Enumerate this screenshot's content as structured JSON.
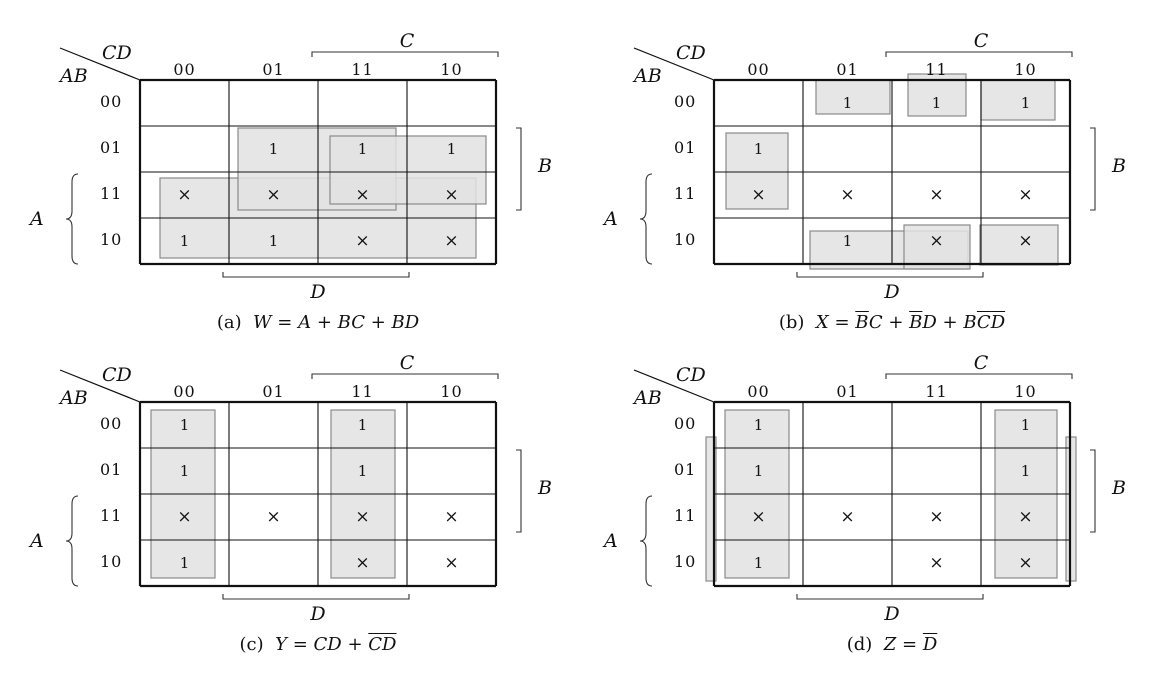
{
  "kmaps": [
    {
      "id": "a",
      "row_var_label": "AB",
      "col_var_label": "CD",
      "col_headers": [
        "00",
        "01",
        "11",
        "10"
      ],
      "row_headers": [
        "00",
        "01",
        "11",
        "10"
      ],
      "labels": {
        "top": "C",
        "bottom": "D",
        "right": "B",
        "left": "A"
      },
      "cells": [
        [
          "",
          "",
          "",
          ""
        ],
        [
          "",
          "1",
          "1",
          "1"
        ],
        [
          "×",
          "×",
          "×",
          "×"
        ],
        [
          "1",
          "1",
          "×",
          "×"
        ]
      ],
      "caption": {
        "prefix": "(a)",
        "parts": [
          {
            "t": "W",
            "v": true
          },
          {
            "t": " = "
          },
          {
            "t": "A",
            "v": true
          },
          {
            "t": " + "
          },
          {
            "t": "BC",
            "v": true
          },
          {
            "t": " + "
          },
          {
            "t": "BD",
            "v": true
          }
        ]
      }
    },
    {
      "id": "b",
      "row_var_label": "AB",
      "col_var_label": "CD",
      "col_headers": [
        "00",
        "01",
        "11",
        "10"
      ],
      "row_headers": [
        "00",
        "01",
        "11",
        "10"
      ],
      "labels": {
        "top": "C",
        "bottom": "D",
        "right": "B",
        "left": "A"
      },
      "cells": [
        [
          "",
          "1",
          "1",
          "1"
        ],
        [
          "1",
          "",
          "",
          ""
        ],
        [
          "×",
          "×",
          "×",
          "×"
        ],
        [
          "",
          "1",
          "×",
          "×"
        ]
      ],
      "caption": {
        "prefix": "(b)",
        "parts": [
          {
            "t": "X",
            "v": true
          },
          {
            "t": " = "
          },
          {
            "t": "B",
            "v": true,
            "o": true
          },
          {
            "t": "C",
            "v": true
          },
          {
            "t": " + "
          },
          {
            "t": "B",
            "v": true,
            "o": true
          },
          {
            "t": "D",
            "v": true
          },
          {
            "t": " + "
          },
          {
            "t": "B",
            "v": true
          },
          {
            "t": "C",
            "v": true,
            "o": true
          },
          {
            "t": "D",
            "v": true,
            "o": true
          }
        ]
      }
    },
    {
      "id": "c",
      "row_var_label": "AB",
      "col_var_label": "CD",
      "col_headers": [
        "00",
        "01",
        "11",
        "10"
      ],
      "row_headers": [
        "00",
        "01",
        "11",
        "10"
      ],
      "labels": {
        "top": "C",
        "bottom": "D",
        "right": "B",
        "left": "A"
      },
      "cells": [
        [
          "1",
          "",
          "1",
          ""
        ],
        [
          "1",
          "",
          "1",
          ""
        ],
        [
          "×",
          "×",
          "×",
          "×"
        ],
        [
          "1",
          "",
          "×",
          "×"
        ]
      ],
      "caption": {
        "prefix": "(c)",
        "parts": [
          {
            "t": "Y",
            "v": true
          },
          {
            "t": " = "
          },
          {
            "t": "CD",
            "v": true
          },
          {
            "t": " + "
          },
          {
            "t": "C",
            "v": true,
            "o": true
          },
          {
            "t": "D",
            "v": true,
            "o": true
          }
        ]
      }
    },
    {
      "id": "d",
      "row_var_label": "AB",
      "col_var_label": "CD",
      "col_headers": [
        "00",
        "01",
        "11",
        "10"
      ],
      "row_headers": [
        "00",
        "01",
        "11",
        "10"
      ],
      "labels": {
        "top": "C",
        "bottom": "D",
        "right": "B",
        "left": "A"
      },
      "cells": [
        [
          "1",
          "",
          "",
          "1"
        ],
        [
          "1",
          "",
          "",
          "1"
        ],
        [
          "×",
          "×",
          "×",
          "×"
        ],
        [
          "1",
          "",
          "×",
          "×"
        ]
      ],
      "caption": {
        "prefix": "(d)",
        "parts": [
          {
            "t": "Z",
            "v": true
          },
          {
            "t": " = "
          },
          {
            "t": "D",
            "v": true,
            "o": true
          }
        ]
      }
    }
  ],
  "colors": {
    "group_fill": "#e2e2e2",
    "group_stroke": "#8a8a8a",
    "grid": "#111111"
  }
}
